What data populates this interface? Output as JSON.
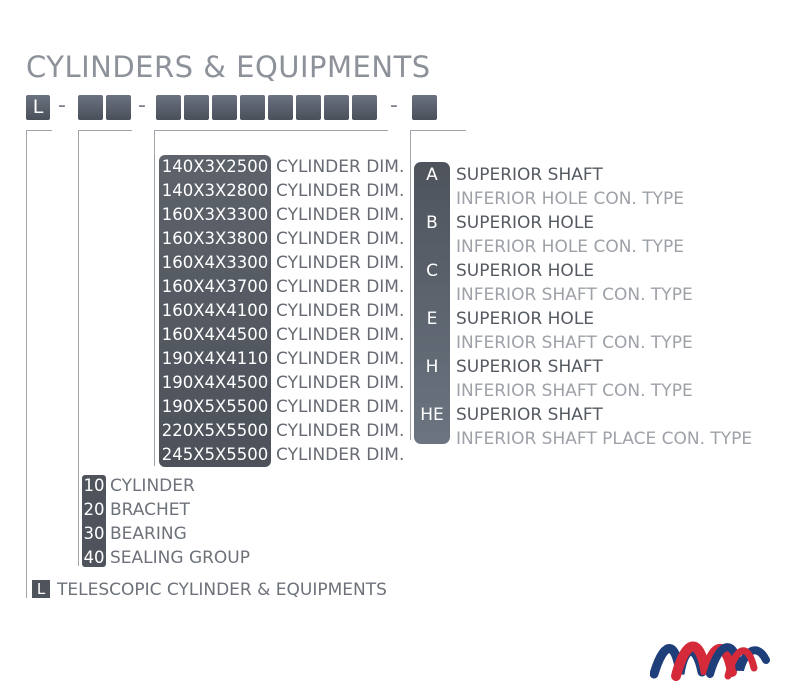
{
  "title": "CYLINDERS & EQUIPMENTS",
  "code_pattern": {
    "first_letter": "L",
    "separators": [
      "-",
      "-",
      "-"
    ]
  },
  "dimensions": {
    "codes": [
      "140X3X2500",
      "140X3X2800",
      "160X3X3300",
      "160X3X3800",
      "160X4X3300",
      "160X4X3700",
      "160X4X4100",
      "160X4X4500",
      "190X4X4110",
      "190X4X4500",
      "190X5X5500",
      "220X5X5500",
      "245X5X5500"
    ],
    "label": "CYLINDER DIM."
  },
  "types": [
    {
      "letter": "A",
      "line1": "SUPERIOR SHAFT",
      "line2": "INFERIOR HOLE CON. TYPE"
    },
    {
      "letter": "B",
      "line1": "SUPERIOR HOLE",
      "line2": "INFERIOR HOLE CON. TYPE"
    },
    {
      "letter": "C",
      "line1": "SUPERIOR HOLE",
      "line2": "INFERIOR SHAFT CON. TYPE"
    },
    {
      "letter": "E",
      "line1": "SUPERIOR HOLE",
      "line2": "INFERIOR SHAFT CON. TYPE"
    },
    {
      "letter": "H",
      "line1": "SUPERIOR SHAFT",
      "line2": "INFERIOR SHAFT CON. TYPE"
    },
    {
      "letter": "HE",
      "line1": "SUPERIOR SHAFT",
      "line2": "INFERIOR SHAFT PLACE CON. TYPE"
    }
  ],
  "groups": [
    {
      "code": "10",
      "label": "CYLINDER"
    },
    {
      "code": "20",
      "label": "BRACHET"
    },
    {
      "code": "30",
      "label": "BEARING"
    },
    {
      "code": "40",
      "label": "SEALING GROUP"
    }
  ],
  "series": {
    "letter": "L",
    "label": "TELESCOPIC CYLINDER & EQUIPMENTS"
  },
  "colors": {
    "box_dark": "#4f545c",
    "text_grey": "#6d727a",
    "logo_red": "#d42a3a",
    "logo_blue": "#1f3f7a"
  },
  "logo_icon": "wave-logo-icon"
}
